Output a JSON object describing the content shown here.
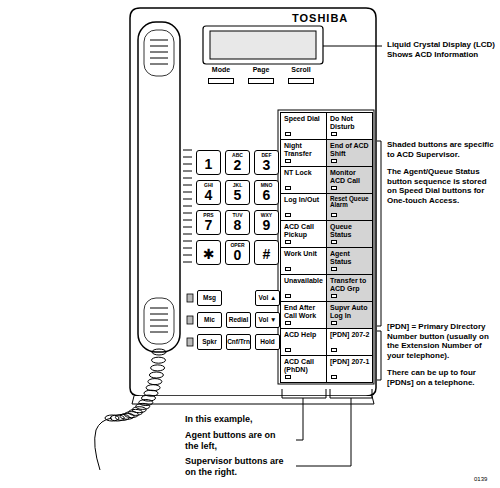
{
  "diagram": {
    "nodes": [
      {
        "text": [
          "Mode"
        ]
      },
      {
        "text": [
          "Page"
        ]
      },
      {
        "text": [
          "Scroll"
        ]
      },
      {
        "text": [
          "Speed Dial"
        ]
      },
      {
        "text": [
          "Do Not Disturb"
        ]
      },
      {
        "text": [
          "Night Transfer"
        ]
      },
      {
        "text": [
          "End of ACD Shift"
        ]
      },
      {
        "text": [
          "NT Lock"
        ]
      },
      {
        "text": [
          "Monitor ACD Call"
        ]
      },
      {
        "text": [
          "Log In/Out"
        ]
      },
      {
        "text": [
          "Reset Queue Alarm"
        ]
      },
      {
        "text": [
          "ACD Call Pickup"
        ]
      },
      {
        "text": [
          "Queue Status"
        ]
      },
      {
        "text": [
          "Work Unit"
        ]
      },
      {
        "text": [
          "Agent Status"
        ]
      },
      {
        "text": [
          "Unavailable"
        ]
      },
      {
        "text": [
          "Transfer to ACD Grp"
        ]
      },
      {
        "text": [
          "End After Call Work"
        ]
      },
      {
        "text": [
          "Supvr Auto Log In"
        ]
      },
      {
        "text": [
          "ACD Help"
        ]
      },
      {
        "text": [
          "[PDN] 207-2"
        ]
      },
      {
        "text": [
          "ACD Call (PhDN)"
        ]
      },
      {
        "text": [
          "[PDN] 207-1"
        ]
      },
      {
        "text": [
          "1"
        ]
      },
      {
        "text": [
          "ABC",
          "2"
        ]
      },
      {
        "text": [
          "DEF",
          "3"
        ]
      },
      {
        "text": [
          "GHI",
          "4"
        ]
      },
      {
        "text": [
          "JKL",
          "5"
        ]
      },
      {
        "text": [
          "MNO",
          "6"
        ]
      },
      {
        "text": [
          "PRS",
          "7"
        ]
      },
      {
        "text": [
          "TUV",
          "8"
        ]
      },
      {
        "text": [
          "WXY",
          "9"
        ]
      },
      {
        "text": [
          "✱"
        ]
      },
      {
        "text": [
          "OPER",
          "0"
        ]
      },
      {
        "text": [
          "#"
        ]
      },
      {
        "text": [
          "Msg"
        ]
      },
      {
        "text": [
          "Vol ▲"
        ]
      },
      {
        "text": [
          "Mic"
        ]
      },
      {
        "text": [
          "Redial"
        ]
      },
      {
        "text": [
          "Vol ▼"
        ]
      },
      {
        "text": [
          "Spkr"
        ]
      },
      {
        "text": [
          "Cnf/Trn"
        ]
      },
      {
        "text": [
          "Hold"
        ]
      }
    ],
    "labels": [
      "TOSHIBA",
      "Liquid Crystal Display (LCD) Shows ACD Information",
      "Shaded buttons are specific to ACD Supervisor.",
      "The Agent/Queue Status button sequence is stored on Speed Dial buttons for One-touch Access.",
      "[PDN] = Primary Directory Number button (usually on the Extension Number of your telephone).",
      "There can be up to four [PDNs] on a telephone.",
      "In this example,",
      "Agent buttons are on the left,",
      "Supervisor buttons are on the right.",
      "0139"
    ]
  }
}
